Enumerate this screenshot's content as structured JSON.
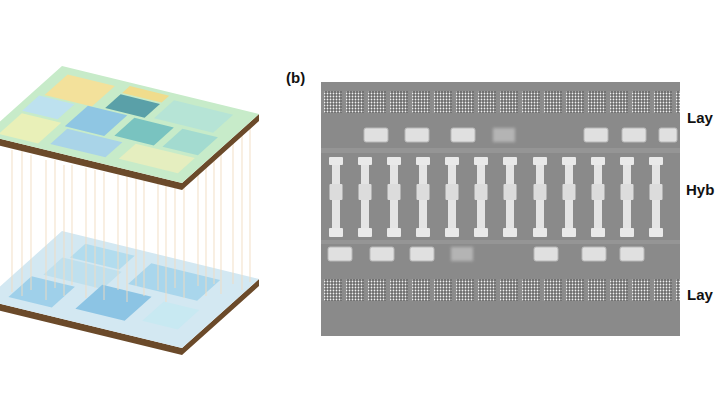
{
  "diagram": {
    "labels": [
      "(b)",
      "Lay",
      "Hyb",
      "Lay"
    ]
  }
}
